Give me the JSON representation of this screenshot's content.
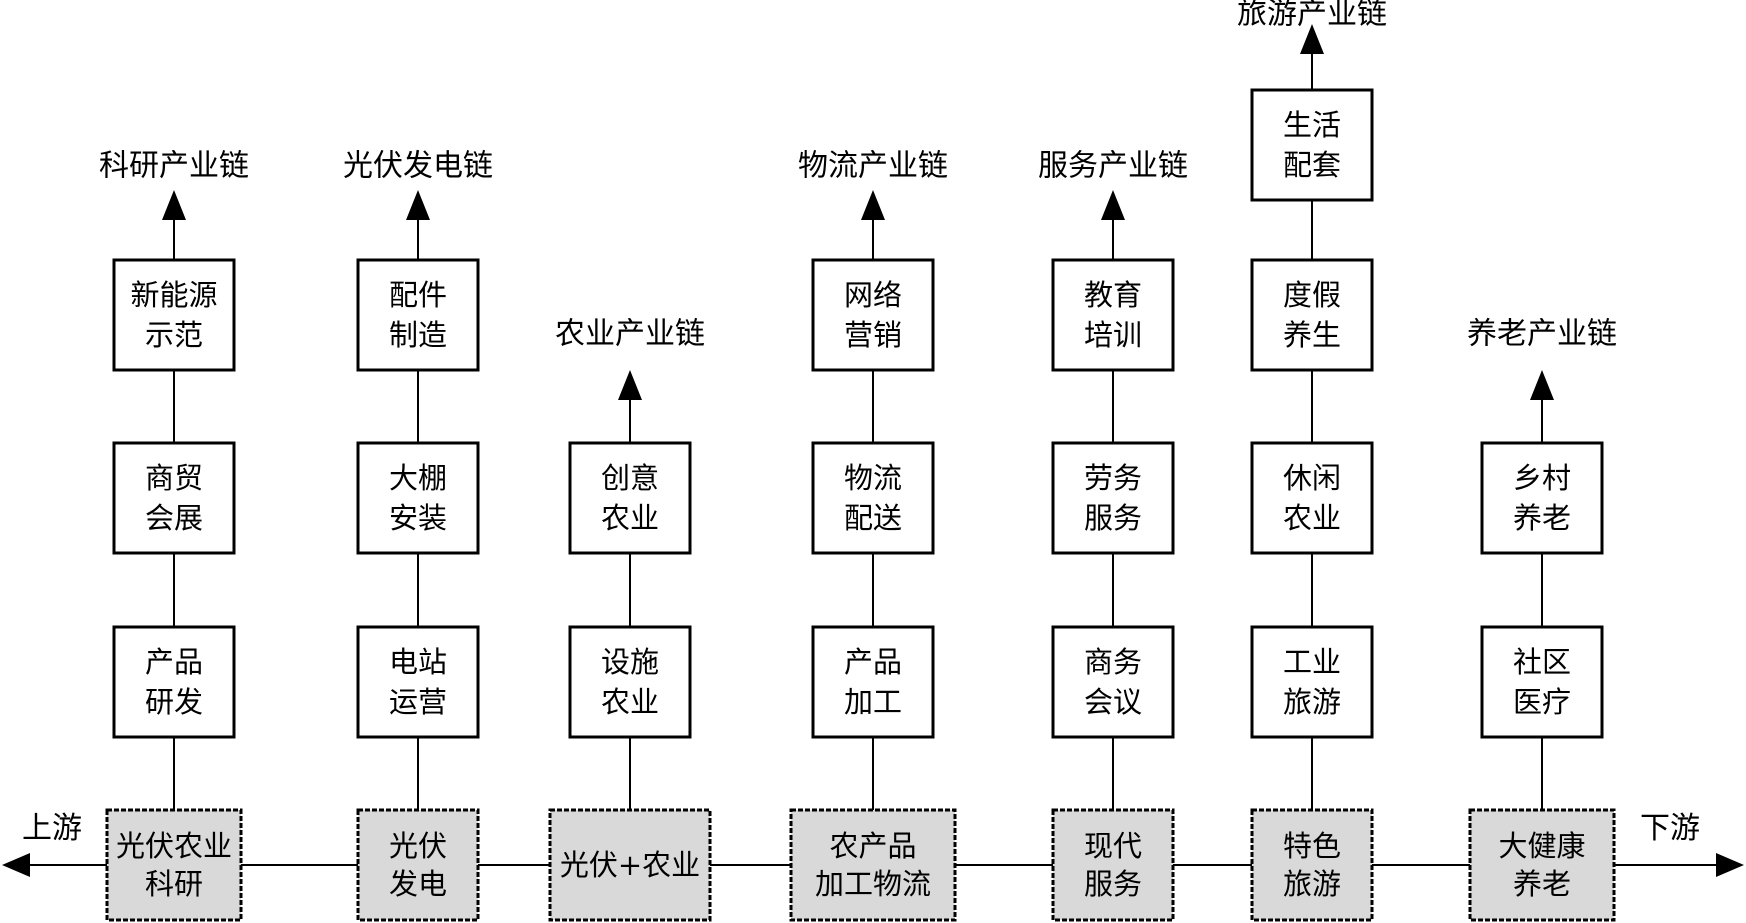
{
  "axis": {
    "upstream": "上游",
    "downstream": "下游"
  },
  "columns": [
    {
      "base": [
        "光伏农业",
        "科研"
      ],
      "chain": "科研产业链",
      "boxes": [
        [
          "产品",
          "研发"
        ],
        [
          "商贸",
          "会展"
        ],
        [
          "新能源",
          "示范"
        ]
      ]
    },
    {
      "base": [
        "光伏",
        "发电"
      ],
      "chain": "光伏发电链",
      "boxes": [
        [
          "电站",
          "运营"
        ],
        [
          "大棚",
          "安装"
        ],
        [
          "配件",
          "制造"
        ]
      ]
    },
    {
      "base": [
        "光伏+农业"
      ],
      "chain": "农业产业链",
      "boxes": [
        [
          "设施",
          "农业"
        ],
        [
          "创意",
          "农业"
        ]
      ]
    },
    {
      "base": [
        "农产品",
        "加工物流"
      ],
      "chain": "物流产业链",
      "boxes": [
        [
          "产品",
          "加工"
        ],
        [
          "物流",
          "配送"
        ],
        [
          "网络",
          "营销"
        ]
      ]
    },
    {
      "base": [
        "现代",
        "服务"
      ],
      "chain": "服务产业链",
      "boxes": [
        [
          "商务",
          "会议"
        ],
        [
          "劳务",
          "服务"
        ],
        [
          "教育",
          "培训"
        ]
      ]
    },
    {
      "base": [
        "特色",
        "旅游"
      ],
      "chain": "旅游产业链",
      "boxes": [
        [
          "工业",
          "旅游"
        ],
        [
          "休闲",
          "农业"
        ],
        [
          "度假",
          "养生"
        ],
        [
          "生活",
          "配套"
        ]
      ]
    },
    {
      "base": [
        "大健康",
        "养老"
      ],
      "chain": "养老产业链",
      "boxes": [
        [
          "社区",
          "医疗"
        ],
        [
          "乡村",
          "养老"
        ]
      ]
    }
  ],
  "colors": {
    "line": "#000000",
    "base_fill": "#d9d9d9",
    "box_fill": "#ffffff",
    "base_text": "#3a3a3a"
  }
}
